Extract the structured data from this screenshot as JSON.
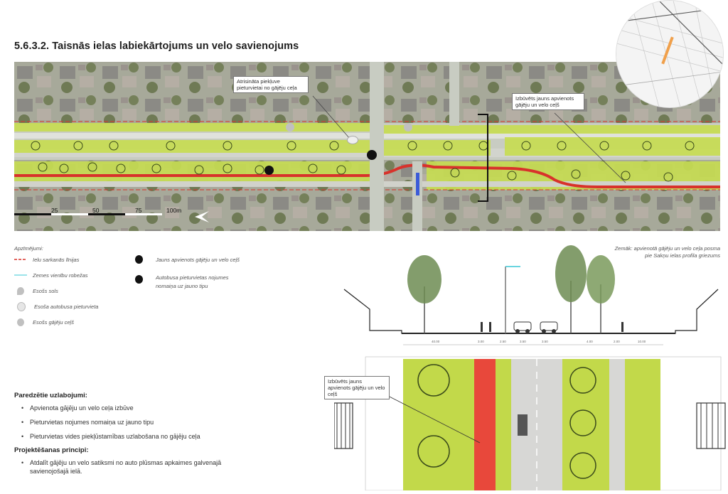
{
  "title": "5.6.3.2. Taisnās ielas labiekārtojums un velo savienojums",
  "map": {
    "callouts": [
      {
        "text": "Atrisināta piekļuve pieturvietai no gājēju ceļa"
      },
      {
        "text": "Izbūvēts jauns apvienots gājēju un velo ceļš"
      }
    ],
    "scale": {
      "labels": [
        "25",
        "50",
        "75",
        "100m"
      ]
    }
  },
  "legend": {
    "title": "Apzīmējumi:",
    "items": [
      {
        "label": "Ielu sarkanās līnijas",
        "icon": "red-dashed-line",
        "color": "#d8322b"
      },
      {
        "label": "Zemes vienību robežas",
        "icon": "cyan-line",
        "color": "#38c7d6"
      },
      {
        "label": "Esošs sols",
        "icon": "bench-pin-icon"
      },
      {
        "label": "Esoša autobusa pieturvieta",
        "icon": "bus-stop-pin-icon"
      },
      {
        "label": "Esošs gājēju ceļš",
        "icon": "pedestrian-pin-icon"
      }
    ],
    "items_right": [
      {
        "label": "Jauns apvienots gājēju un velo ceļš",
        "icon": "bike-pin-icon"
      },
      {
        "label": "Autobusa pieturvietas nojumes nomaiņa uz jauno tipu",
        "icon": "bus-pin-icon"
      }
    ]
  },
  "improvements": {
    "heading": "Paredzētie uzlabojumi:",
    "items": [
      "Apvienota gājēju un velo ceļa izbūve",
      "Pieturvietas nojumes nomaiņa uz jauno tipu",
      "Pieturvietas vides piekļūstamības uzlabošana no gājēju ceļa"
    ]
  },
  "principles": {
    "heading": "Projektēšanas principi:",
    "items": [
      "Atdalīt gājēju un velo satiksmi no auto plūsmas apkaimes galvenajā savienojošajā ielā."
    ]
  },
  "section": {
    "note": "Zemāk: apvienotā gājēju un velo ceļa posma pie Sakņu ielas profila griezums",
    "callout": "Izbūvēts jauns apvienots gājēju un velo ceļš",
    "dimensions": [
      "40.00",
      "3.00",
      "2.50",
      "3.50",
      "3.50",
      "4.00",
      "2.00",
      "10.00"
    ]
  },
  "colors": {
    "green_strip": "#c2d94a",
    "bike_lane": "#e8483b",
    "road": "#d7d7d5",
    "red_line": "#d8322b"
  }
}
